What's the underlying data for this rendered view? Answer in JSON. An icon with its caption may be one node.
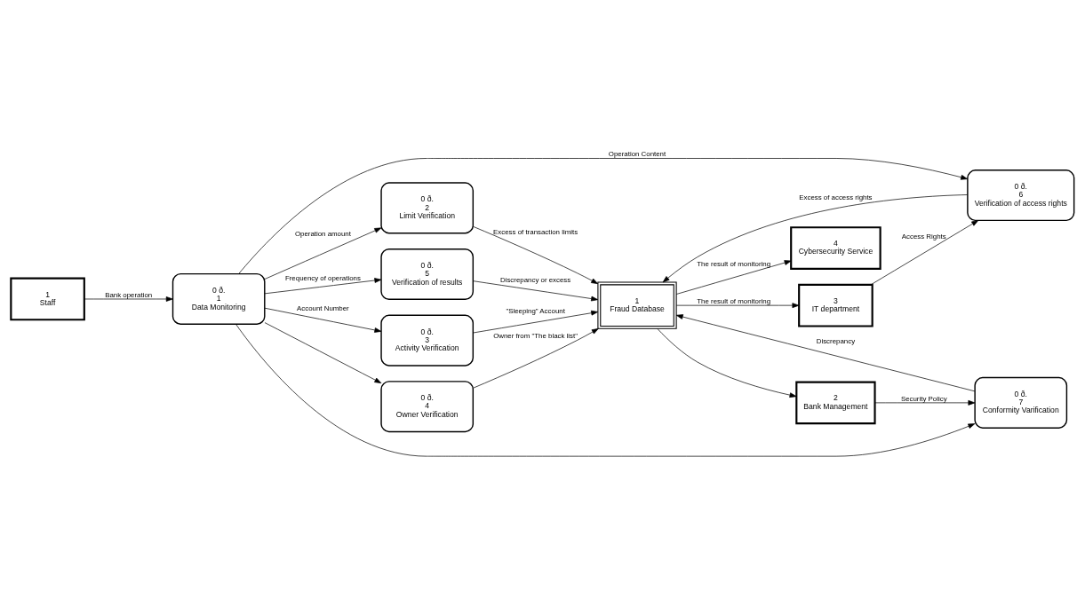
{
  "diagram": {
    "nodes": [
      {
        "text": [
          "1",
          "Staff"
        ]
      },
      {
        "text": [
          "0 ð.",
          "1",
          "Data Monitoring"
        ]
      },
      {
        "text": [
          "0 ð.",
          "3",
          "Activity Verification"
        ]
      },
      {
        "text": [
          "0 ð.",
          "4",
          "Owner Verification"
        ]
      },
      {
        "text": [
          "0 ð.",
          "2",
          "Limit Verification"
        ]
      },
      {
        "text": [
          "0 ð.",
          "5",
          "Verification of results"
        ]
      },
      {
        "text": [
          "0 ð.",
          "6",
          "Verification of access rights"
        ]
      },
      {
        "text": [
          "3",
          "IT department"
        ]
      },
      {
        "text": [
          "2",
          "Bank Management"
        ]
      },
      {
        "text": [
          "0 ð.",
          "7",
          "Conformity Varification"
        ]
      },
      {
        "text": [
          "1",
          "Fraud Database"
        ]
      },
      {
        "text": [
          "4",
          "Cybersecurity Service"
        ]
      }
    ],
    "edges": [
      {
        "from": 0,
        "to": 1,
        "arrow": "to",
        "label": "Bank operation"
      },
      {
        "from": 1,
        "to": 2,
        "arrow": "to",
        "label": "Account Number"
      },
      {
        "from": 1,
        "to": 3,
        "arrow": "to"
      },
      {
        "from": 1,
        "to": 4,
        "arrow": "to",
        "label": "Operation amount"
      },
      {
        "from": 1,
        "to": 5,
        "arrow": "to",
        "label": "Frequency of operations"
      },
      {
        "from": 1,
        "to": 6,
        "arrow": "to",
        "label": "Operation Content"
      },
      {
        "from": 1,
        "to": 9,
        "arrow": "to"
      },
      {
        "from": 7,
        "to": 6,
        "arrow": "to",
        "label": "Access Rights"
      },
      {
        "from": 8,
        "to": 9,
        "arrow": "to",
        "label": "Security Policy"
      },
      {
        "from": 2,
        "to": 10,
        "arrow": "to",
        "label": "\"Sleeping\" Account"
      },
      {
        "from": 3,
        "to": 10,
        "arrow": "to",
        "label": "Owner from \"The black list\""
      },
      {
        "from": 5,
        "to": 10,
        "arrow": "to",
        "label": "Discrepancy or excess"
      },
      {
        "from": 4,
        "to": 10,
        "arrow": "to",
        "label": "Excess of transaction limits"
      },
      {
        "from": 6,
        "to": 10,
        "arrow": "to",
        "label": "Excess of access rights"
      },
      {
        "from": 9,
        "to": 10,
        "arrow": "to",
        "label": "Discrepancy"
      },
      {
        "from": 10,
        "to": 11,
        "arrow": "to",
        "label": "The result of monitoring"
      },
      {
        "from": 10,
        "to": 7,
        "arrow": "to",
        "label": "The result of monitoring"
      },
      {
        "from": 10,
        "to": 8,
        "arrow": "to"
      }
    ]
  }
}
